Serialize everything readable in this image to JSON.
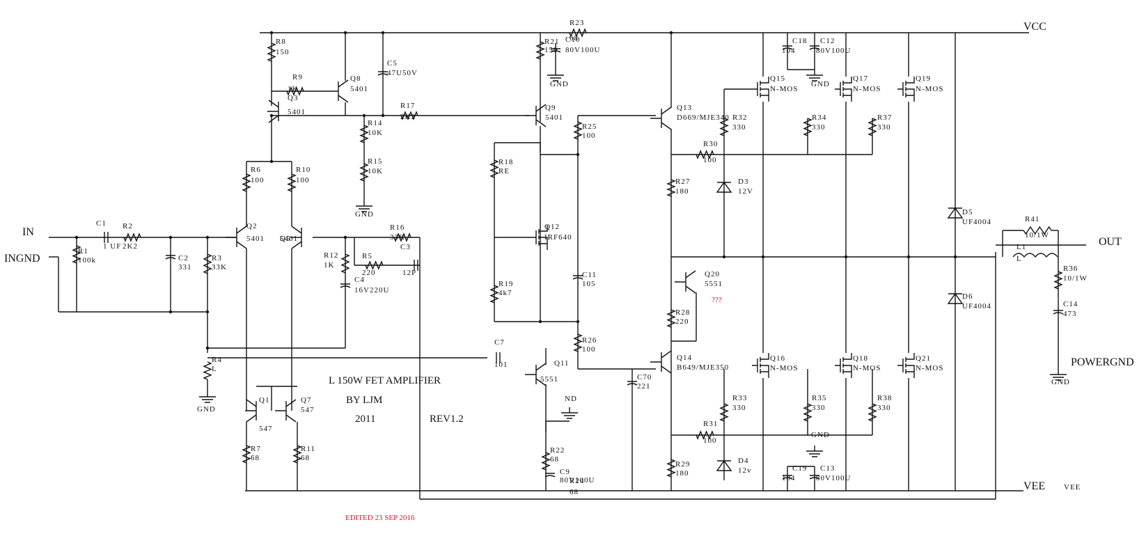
{
  "title": {
    "line1": "L 150W FET AMPLIFIER",
    "line2": "BY LJM",
    "line3": "2011",
    "rev": "REV1.2",
    "edited": "EDITED 23 SEP 2016"
  },
  "rails": {
    "vcc": "VCC",
    "vee": "VEE",
    "vee2": "VEE",
    "in": "IN",
    "ingnd": "INGND",
    "out": "OUT",
    "powergnd": "POWERGND",
    "nd": "ND",
    "gnd": "GND",
    "question": "???"
  },
  "parts": [
    {
      "ref": "R1",
      "val": "100k"
    },
    {
      "ref": "C1",
      "val": "1 UF"
    },
    {
      "ref": "R2",
      "val": "2K2"
    },
    {
      "ref": "C2",
      "val": "331"
    },
    {
      "ref": "R3",
      "val": "33K"
    },
    {
      "ref": "R4",
      "val": "L"
    },
    {
      "ref": "Q1",
      "val": "547"
    },
    {
      "ref": "Q2",
      "val": "5401"
    },
    {
      "ref": "Q3",
      "val": "5401"
    },
    {
      "ref": "R5",
      "val": "220"
    },
    {
      "ref": "Q5",
      "val": "5401"
    },
    {
      "ref": "R6",
      "val": "100"
    },
    {
      "ref": "R7",
      "val": "68"
    },
    {
      "ref": "Q7",
      "val": "547"
    },
    {
      "ref": "R8",
      "val": "150"
    },
    {
      "ref": "R9",
      "val": "1K"
    },
    {
      "ref": "Q8",
      "val": "5401"
    },
    {
      "ref": "C5",
      "val": "47U50V"
    },
    {
      "ref": "R10",
      "val": "100"
    },
    {
      "ref": "R11",
      "val": "68"
    },
    {
      "ref": "R12",
      "val": "1K"
    },
    {
      "ref": "C4",
      "val": "16V220U"
    },
    {
      "ref": "R14",
      "val": "10K"
    },
    {
      "ref": "R15",
      "val": "10K"
    },
    {
      "ref": "R16",
      "val": "33K"
    },
    {
      "ref": "C3",
      "val": "12P"
    },
    {
      "ref": "R17",
      "val": "2K2"
    },
    {
      "ref": "C7",
      "val": "101"
    },
    {
      "ref": "Q11",
      "val": "5551"
    },
    {
      "ref": "R18",
      "val": "RE"
    },
    {
      "ref": "Q12",
      "val": "IRF640"
    },
    {
      "ref": "R19",
      "val": "4k7"
    },
    {
      "ref": "R21",
      "val": "150"
    },
    {
      "ref": "C10",
      "val": "80V100U"
    },
    {
      "ref": "R23",
      "val": "68"
    },
    {
      "ref": "Q9",
      "val": "5401"
    },
    {
      "ref": "R22",
      "val": "68"
    },
    {
      "ref": "C9",
      "val": "80V100U"
    },
    {
      "ref": "R24",
      "val": "68"
    },
    {
      "ref": "R25",
      "val": "100"
    },
    {
      "ref": "C11",
      "val": "105"
    },
    {
      "ref": "R26",
      "val": "100"
    },
    {
      "ref": "C70",
      "val": "221"
    },
    {
      "ref": "Q13",
      "val": "D669/MJE340"
    },
    {
      "ref": "R27",
      "val": "180"
    },
    {
      "ref": "R28",
      "val": "220"
    },
    {
      "ref": "Q20",
      "val": "5551"
    },
    {
      "ref": "Q14",
      "val": "B649/MJE350"
    },
    {
      "ref": "R29",
      "val": "180"
    },
    {
      "ref": "R30",
      "val": "100"
    },
    {
      "ref": "R32",
      "val": "330"
    },
    {
      "ref": "D3",
      "val": "12V"
    },
    {
      "ref": "R31",
      "val": "100"
    },
    {
      "ref": "R33",
      "val": "330"
    },
    {
      "ref": "D4",
      "val": "12v"
    },
    {
      "ref": "C18",
      "val": "104"
    },
    {
      "ref": "C12",
      "val": "80V100U"
    },
    {
      "ref": "C19",
      "val": "104"
    },
    {
      "ref": "C13",
      "val": "80V100U"
    },
    {
      "ref": "Q15",
      "val": "N-MOS"
    },
    {
      "ref": "Q16",
      "val": "N-MOS"
    },
    {
      "ref": "Q17",
      "val": "N-MOS"
    },
    {
      "ref": "Q18",
      "val": "N-MOS"
    },
    {
      "ref": "Q19",
      "val": "N-MOS"
    },
    {
      "ref": "Q21",
      "val": "N-MOS"
    },
    {
      "ref": "R34",
      "val": "330"
    },
    {
      "ref": "R35",
      "val": "330"
    },
    {
      "ref": "R37",
      "val": "330"
    },
    {
      "ref": "R38",
      "val": "330"
    },
    {
      "ref": "D5",
      "val": "UF4004"
    },
    {
      "ref": "D6",
      "val": "UF4004"
    },
    {
      "ref": "R41",
      "val": "10/1W"
    },
    {
      "ref": "L1",
      "val": "L"
    },
    {
      "ref": "R36",
      "val": "10/1W"
    },
    {
      "ref": "C14",
      "val": "473"
    }
  ]
}
